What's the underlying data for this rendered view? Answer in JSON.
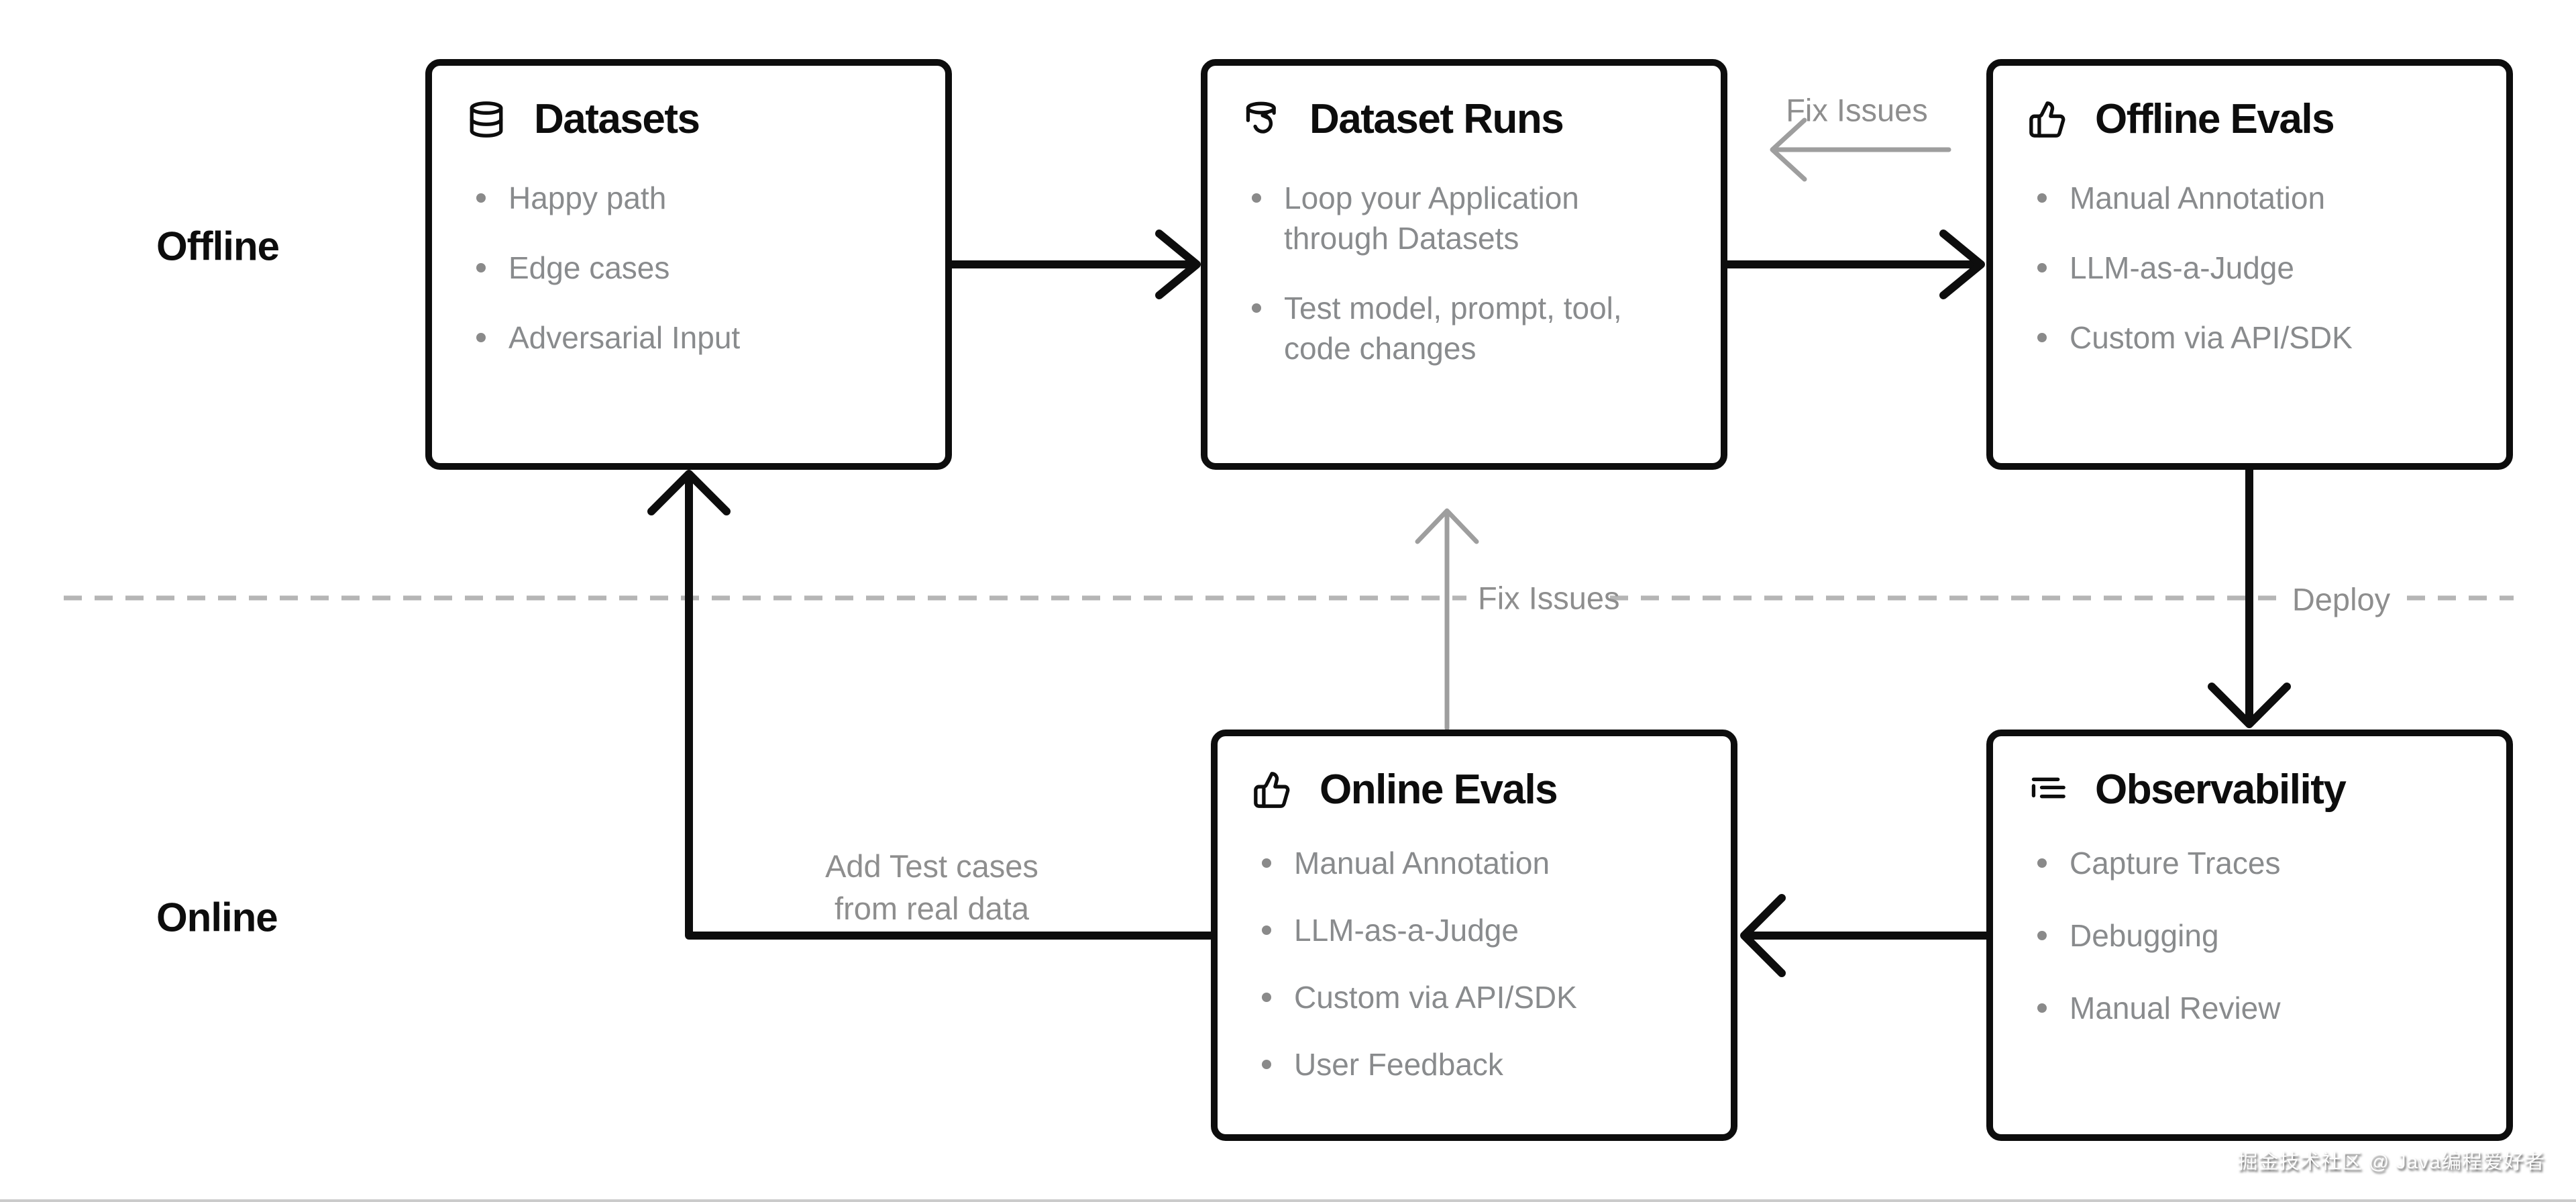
{
  "section_labels": {
    "offline": "Offline",
    "online": "Online"
  },
  "boxes": [
    {
      "title": "Datasets",
      "icon": "database-icon",
      "items": [
        "Happy path",
        "Edge cases",
        "Adversarial Input"
      ]
    },
    {
      "title": "Dataset Runs",
      "icon": "database-loop-icon",
      "items": [
        "Loop your Application through Datasets",
        "Test model, prompt, tool, code changes"
      ]
    },
    {
      "title": "Offline Evals",
      "icon": "thumbs-up-icon",
      "items": [
        "Manual Annotation",
        "LLM-as-a-Judge",
        "Custom via API/SDK"
      ]
    },
    {
      "title": "Online Evals",
      "icon": "thumbs-up-icon",
      "items": [
        "Manual Annotation",
        "LLM-as-a-Judge",
        "Custom via API/SDK",
        "User Feedback"
      ]
    },
    {
      "title": "Observability",
      "icon": "trace-list-icon",
      "items": [
        "Capture Traces",
        "Debugging",
        "Manual Review"
      ]
    }
  ],
  "edge_labels": {
    "fix_issues_top": "Fix Issues",
    "fix_issues_middle": "Fix Issues",
    "deploy": "Deploy",
    "add_test_cases": "Add Test cases from real data"
  },
  "watermark": "掘金技术社区 @ Java编程爱好者",
  "colors": {
    "box_border": "#0d0d0d",
    "title_text": "#0d0d0d",
    "bullet_text": "#898b8d",
    "gray_label": "#8e8e8e",
    "dashed_divider": "#b5b5b5",
    "gray_arrow": "#9e9e9e",
    "black_arrow": "#0d0d0d"
  }
}
